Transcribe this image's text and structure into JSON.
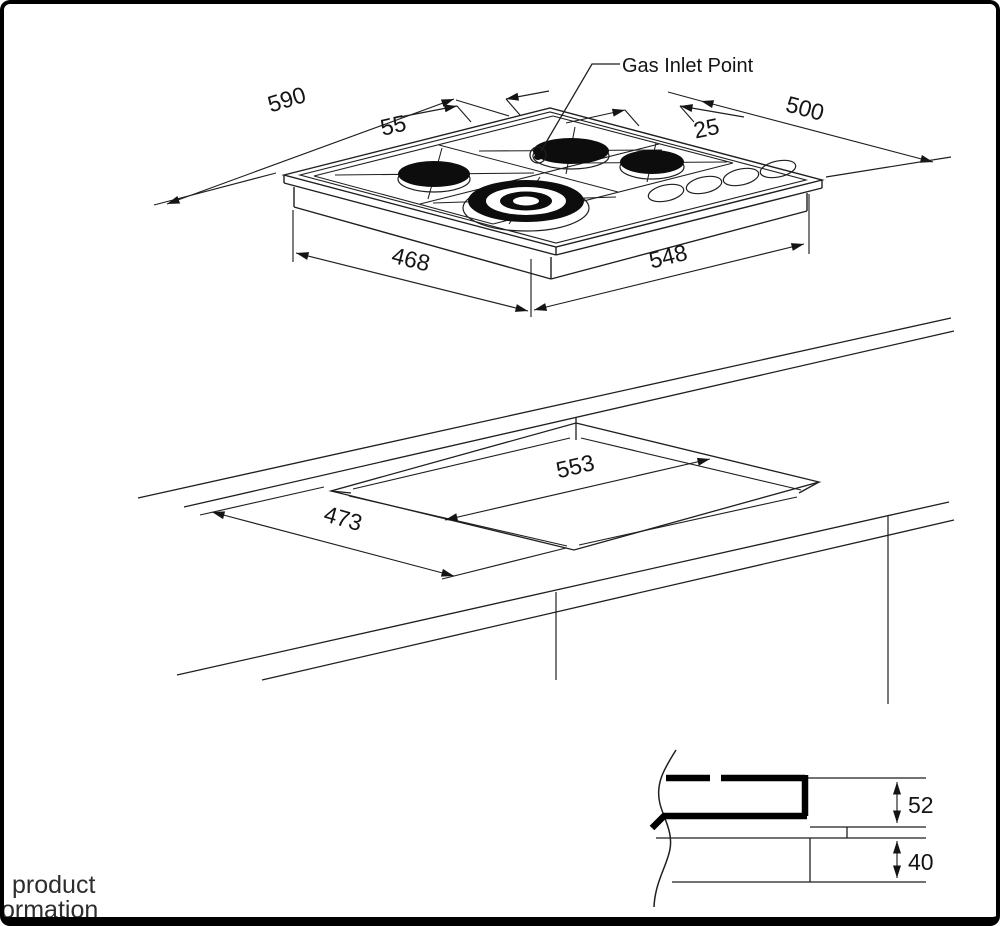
{
  "drawing": {
    "hob": {
      "gas_inlet_label": "Gas Inlet Point",
      "width_overall": "590",
      "inlet_offset_left": "55",
      "inlet_offset_right": "25",
      "depth_overall": "500",
      "width_body": "468",
      "depth_body": "548"
    },
    "worktop_cutout": {
      "cutout_length": "553",
      "cutout_depth": "473"
    },
    "section": {
      "height_above_worktop": "52",
      "worktop_thickness": "40"
    },
    "corner_text_line1": "product",
    "corner_text_line2": "ormation"
  },
  "colors": {
    "line": "#1f1f1f",
    "frame": "#000000",
    "background": "#ffffff"
  }
}
